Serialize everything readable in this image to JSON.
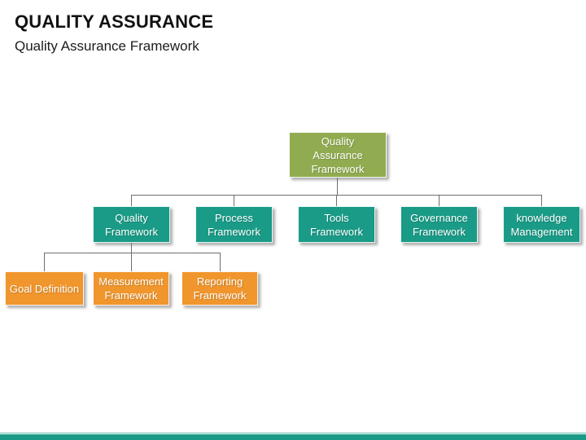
{
  "header": {
    "title": "QUALITY ASSURANCE",
    "subtitle": "Quality Assurance Framework"
  },
  "diagram": {
    "root": {
      "label": "Quality Assurance Framework"
    },
    "level2": [
      {
        "label": "Quality Framework"
      },
      {
        "label": "Process Framework"
      },
      {
        "label": "Tools Framework"
      },
      {
        "label": "Governance Framework"
      },
      {
        "label": "knowledge Management"
      }
    ],
    "level3": [
      {
        "label": "Goal Definition"
      },
      {
        "label": "Measurement Framework"
      },
      {
        "label": "Reporting Framework"
      }
    ]
  },
  "colors": {
    "root_green": "#91ac50",
    "level2_teal": "#1a9b87",
    "level3_orange": "#f0962d",
    "connector_gray": "#6e6e6e",
    "footer_bar_teal": "#1a9b87",
    "footer_accent_teal": "#5bbcaa",
    "title_text": "#111111"
  }
}
